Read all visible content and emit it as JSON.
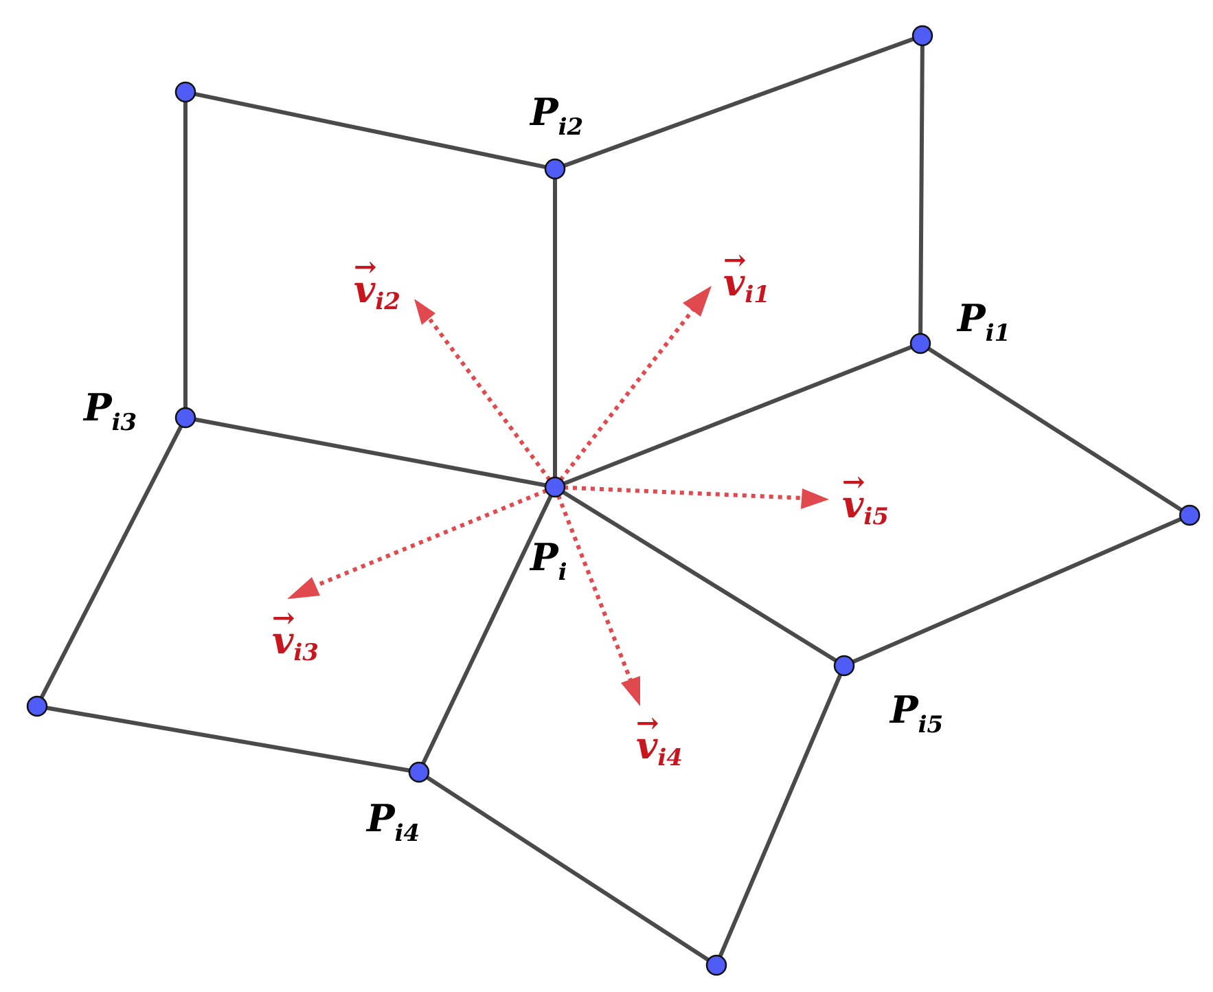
{
  "diagram": {
    "point_labels": {
      "pi": {
        "main": "P",
        "sub": "i"
      },
      "pi1": {
        "main": "P",
        "sub": "i1"
      },
      "pi2": {
        "main": "P",
        "sub": "i2"
      },
      "pi3": {
        "main": "P",
        "sub": "i3"
      },
      "pi4": {
        "main": "P",
        "sub": "i4"
      },
      "pi5": {
        "main": "P",
        "sub": "i5"
      }
    },
    "vector_labels": {
      "vi1": {
        "arrow": "→",
        "main": "v",
        "sub": "i1"
      },
      "vi2": {
        "arrow": "→",
        "main": "v",
        "sub": "i2"
      },
      "vi3": {
        "arrow": "→",
        "main": "v",
        "sub": "i3"
      },
      "vi4": {
        "arrow": "→",
        "main": "v",
        "sub": "i4"
      },
      "vi5": {
        "arrow": "→",
        "main": "v",
        "sub": "i5"
      }
    },
    "colors": {
      "edge": "#4a4a4a",
      "vertex": "#4f5cf5",
      "vector": "#e0494d",
      "vector_label": "#c8161e",
      "point_label": "#000000"
    }
  }
}
